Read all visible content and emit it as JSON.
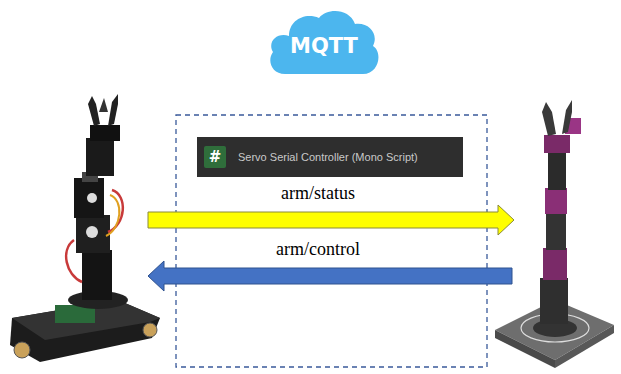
{
  "diagram": {
    "nodes": [
      {
        "text": [
          "MQTT"
        ]
      },
      {
        "text": [
          "#",
          "Servo Serial Controller (Mono Script)"
        ]
      }
    ],
    "labels": [
      "arm/status",
      "arm/control"
    ]
  }
}
